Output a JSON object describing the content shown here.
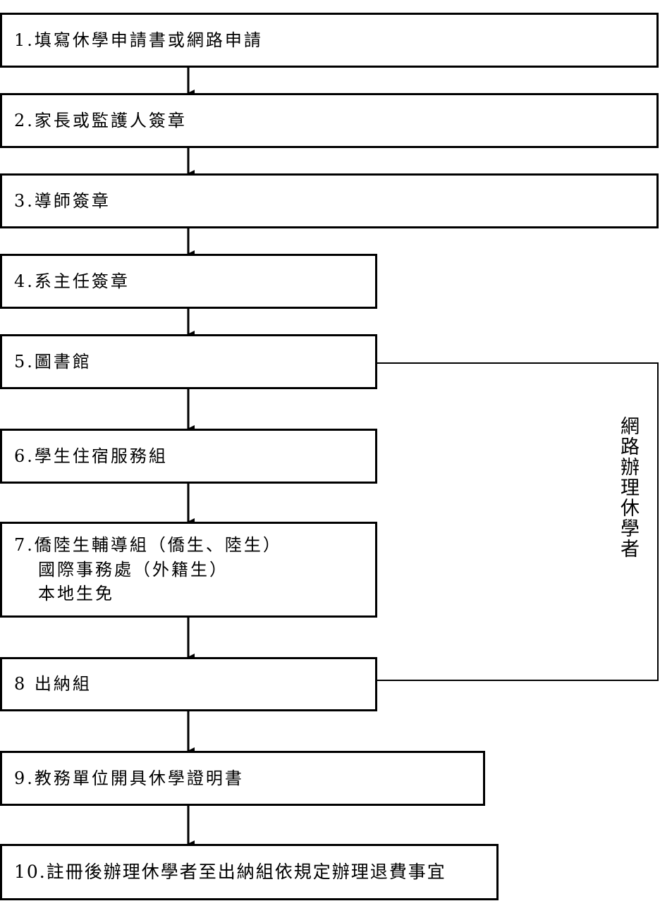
{
  "steps": [
    {
      "id": 1,
      "lines": [
        "1.填寫休學申請書或網路申請"
      ]
    },
    {
      "id": 2,
      "lines": [
        "2.家長或監護人簽章"
      ]
    },
    {
      "id": 3,
      "lines": [
        "3.導師簽章"
      ]
    },
    {
      "id": 4,
      "lines": [
        "4.系主任簽章"
      ]
    },
    {
      "id": 5,
      "lines": [
        "5.圖書館"
      ]
    },
    {
      "id": 6,
      "lines": [
        "6.學生住宿服務組"
      ]
    },
    {
      "id": 7,
      "lines": [
        "7.僑陸生輔導組（僑生、陸生）",
        "國際事務處（外籍生）",
        "本地生免"
      ]
    },
    {
      "id": 8,
      "lines": [
        "8 出納組"
      ]
    },
    {
      "id": 9,
      "lines": [
        "9.教務單位開具休學證明書"
      ]
    },
    {
      "id": 10,
      "lines": [
        "10.註冊後辦理休學者至出納組依規定辦理退費事宜"
      ]
    }
  ],
  "bypass": {
    "label": "網路辦理休學者"
  }
}
